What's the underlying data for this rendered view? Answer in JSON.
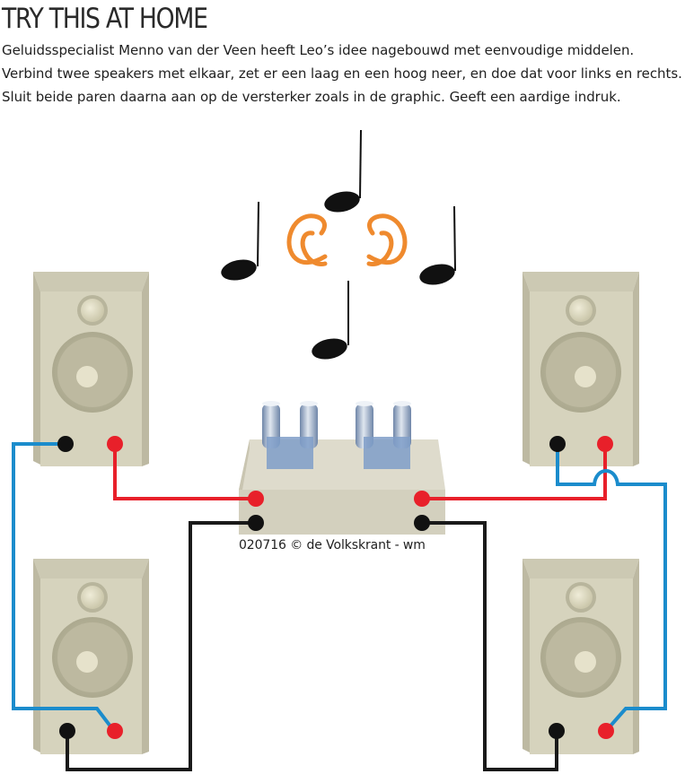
{
  "header": {
    "title": "TRY THIS AT HOME",
    "intro": "Geluidsspecialist Menno van der Veen heeft Leo’s idee nagebouwd met eenvoudige middelen. Verbind twee speakers met elkaar, zet er een laag en een hoog neer, en doe dat voor links en rechts. Sluit beide paren daarna aan op de versterker zoals in de graphic. Geeft een aardige indruk."
  },
  "diagram": {
    "credit": "020716 © de Volkskrant - wm",
    "colors": {
      "positive_wire": "#e8202a",
      "negative_wire": "#1a1a1a",
      "link_wire": "#1b8ccc",
      "speaker_body": "#d6d3bd",
      "ear": "#ef8a2e",
      "amplifier_tube": "#7f9ec8"
    },
    "icons": [
      "speaker-icon",
      "amplifier-icon",
      "ear-icon",
      "music-note-icon"
    ]
  }
}
